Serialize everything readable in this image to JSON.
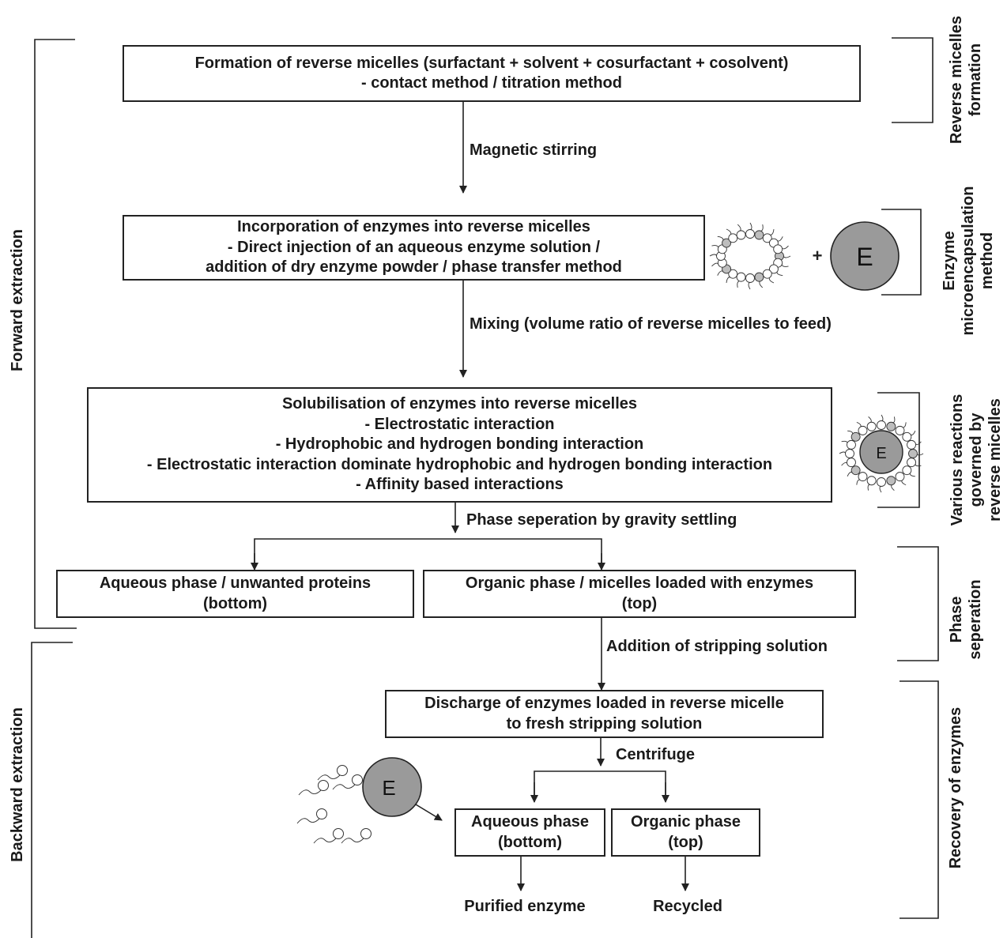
{
  "boxes": {
    "formation": {
      "line1": "Formation of reverse micelles (surfactant + solvent + cosurfactant + cosolvent)",
      "line2": "- contact method / titration method"
    },
    "incorporation": {
      "line1": "Incorporation of enzymes into reverse micelles",
      "line2": "- Direct injection of an aqueous enzyme solution /",
      "line3": "addition of dry enzyme powder / phase transfer method"
    },
    "solubilisation": {
      "line1": "Solubilisation of enzymes into reverse micelles",
      "line2": "- Electrostatic interaction",
      "line3": "- Hydrophobic and hydrogen bonding interaction",
      "line4": "- Electrostatic interaction dominate hydrophobic and hydrogen bonding interaction",
      "line5": "- Affinity based interactions"
    },
    "aqueous_top": {
      "line1": "Aqueous phase / unwanted proteins",
      "line2": "(bottom)"
    },
    "organic_top": {
      "line1": "Organic phase / micelles loaded with enzymes",
      "line2": "(top)"
    },
    "discharge": {
      "line1": "Discharge of enzymes loaded in reverse micelle",
      "line2": "to fresh stripping solution"
    },
    "aqueous_bottom": {
      "line1": "Aqueous phase",
      "line2": "(bottom)"
    },
    "organic_bottom": {
      "line1": "Organic phase",
      "line2": "(top)"
    }
  },
  "arrow_labels": {
    "magnetic": "Magnetic stirring",
    "mixing": "Mixing (volume ratio of reverse micelles to feed)",
    "phase_sep": "Phase seperation by gravity settling",
    "stripping": "Addition of stripping solution",
    "centrifuge": "Centrifuge"
  },
  "outputs": {
    "purified": "Purified enzyme",
    "recycled": "Recycled"
  },
  "left_brackets": {
    "forward": "Forward extraction",
    "backward": "Backward extraction"
  },
  "right_brackets": {
    "formation": [
      "Reverse micelles",
      "formation"
    ],
    "microencapsulation": [
      "Enzyme",
      "microencapsulation",
      "method"
    ],
    "reactions": [
      "Various reactions",
      "governed by",
      "reverse micelles"
    ],
    "phase": [
      "Phase",
      "seperation"
    ],
    "recovery": [
      "Recovery of enzymes"
    ]
  },
  "symbols": {
    "enzyme": "E",
    "plus": "+"
  },
  "colors": {
    "enzyme_fill": "#9a9a9a",
    "line": "#222222"
  }
}
